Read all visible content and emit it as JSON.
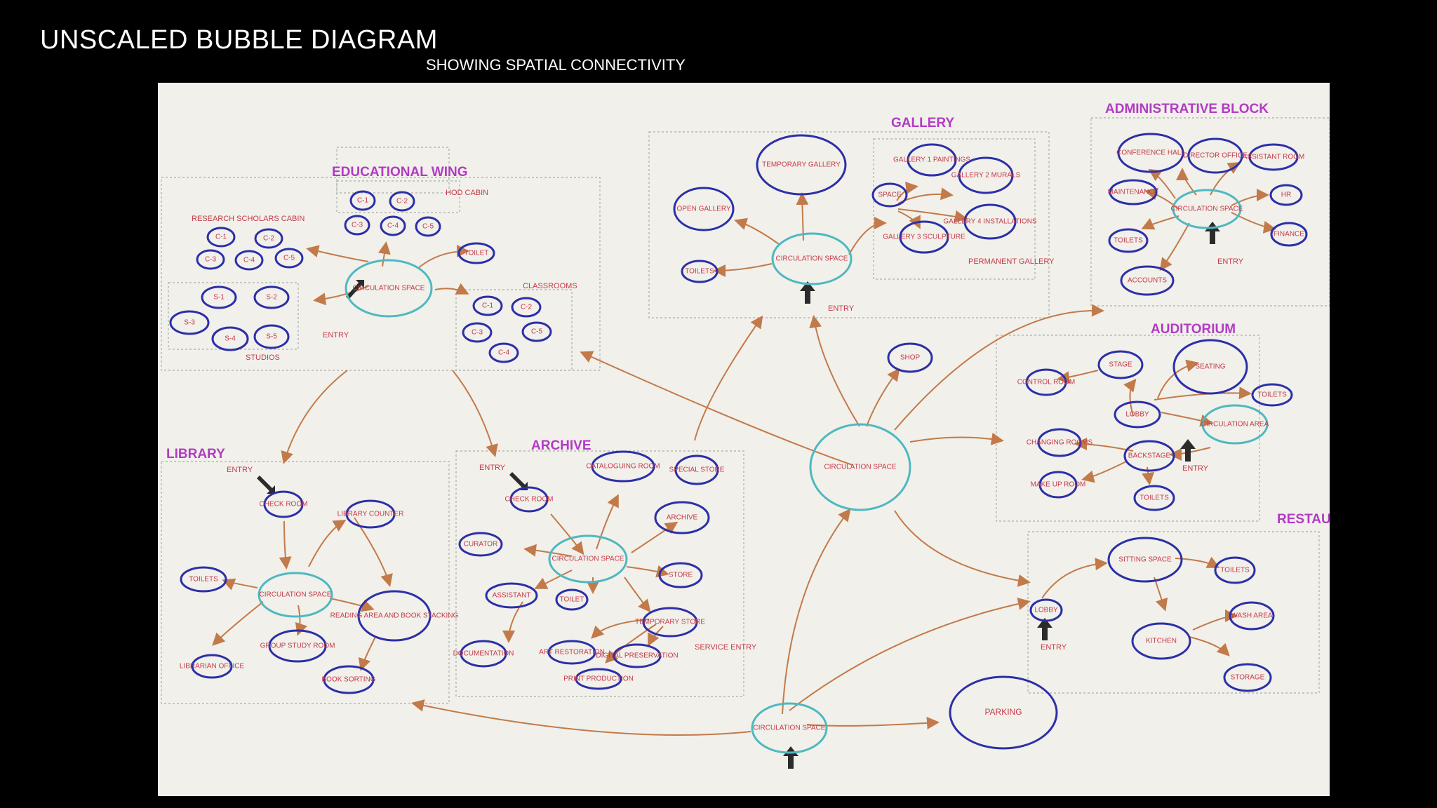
{
  "header": {
    "title": "UNSCALED BUBBLE DIAGRAM",
    "subtitle": "SHOWING  SPATIAL CONNECTIVITY"
  },
  "colors": {
    "background": "#000000",
    "paper": "#f1f0ea",
    "bubble_blue": "#2c2fa8",
    "circulation_teal": "#4fb8c0",
    "arrow_brown": "#c27a4a",
    "label_red": "#c63a4a",
    "zone_purple": "#b23bc4",
    "entry_arrow": "#2b2b2b"
  },
  "zones": {
    "educational_wing": "EDUCATIONAL WING",
    "gallery": "GALLERY",
    "admin": "ADMINISTRATIVE BLOCK",
    "auditorium": "AUDITORIUM",
    "library": "LIBRARY",
    "archive": "ARCHIVE",
    "restaurant": "RESTAURA"
  },
  "notes": {
    "hod_cabin": "HOD CABIN",
    "research_cabin": "RESEARCH SCHOLARS CABIN",
    "studios": "STUDIOS",
    "classrooms": "CLASSROOMS",
    "permanent_gallery": "PERMANENT GALLERY",
    "entry": "ENTRY",
    "service_entry": "SERVICE ENTRY"
  },
  "bubbles": {
    "c1": "C-1",
    "c2": "C-2",
    "c3": "C-3",
    "c4": "C-4",
    "c5": "C-5",
    "r1": "C-1",
    "r2": "C-2",
    "r3": "C-3",
    "r4": "C-4",
    "r5": "C-5",
    "s1": "S-1",
    "s2": "S-2",
    "s3": "S-3",
    "s4": "S-4",
    "s5": "S-5",
    "cl1": "C-1",
    "cl2": "C-2",
    "cl3": "C-3",
    "cl4": "C-4",
    "cl5": "C-5",
    "edu_circ": "CIRCULATION SPACE",
    "edu_toilet": "TOILET",
    "temp_gallery": "TEMPORARY GALLERY",
    "open_gallery": "OPEN GALLERY",
    "gal_circ": "CIRCULATION SPACE",
    "gal_toilets": "TOILETS",
    "gal_space": "SPACE",
    "gal_paintings": "GALLERY 1 PAINTINGS",
    "gal_murals": "GALLERY 2 MURALS",
    "gal_sculpture": "GALLERY 3 SCULPTURE",
    "gal_install": "GALLERY 4 INSTALLATIONS",
    "shop": "SHOP",
    "conf_hall": "CONFERENCE HALL",
    "director": "DIRECTOR OFFICE",
    "asst_room": "ASSISTANT ROOM",
    "maintenance": "MAINTENANCE",
    "admin_circ": "CIRCULATION SPACE",
    "hr": "HR",
    "finance": "FINANCE",
    "admin_toilets": "TOILETS",
    "accounts": "ACCOUNTS",
    "stage": "STAGE",
    "seating": "SEATING",
    "control_room": "CONTROL ROOM",
    "lobby": "LOBBY",
    "aud_toilets": "TOILETS",
    "aud_circ": "CIRCULATION AREA",
    "changing": "CHANGING ROOMS",
    "backstage": "BACKSTAGE",
    "make_up": "MAKE UP ROOM",
    "aud_toilets2": "TOILETS",
    "main_circ": "CIRCULATION SPACE",
    "check_room": "CHECK ROOM",
    "lib_counter": "LIBRARY COUNTER",
    "lib_toilets": "TOILETS",
    "lib_circ": "CIRCULATION SPACE",
    "reading": "READING AREA AND BOOK STACKING",
    "group_study": "GROUP STUDY ROOM",
    "librarian": "LIBRARIAN OFFICE",
    "book_sorting": "BOOK SORTING",
    "cataloguing": "CATALOGUING ROOM",
    "special": "SPECIAL STORE",
    "arch_check": "CHECK ROOM",
    "archive_rm": "ARCHIVE",
    "curator": "CURATOR",
    "arch_circ": "CIRCULATION SPACE",
    "store": "STORE",
    "assistant": "ASSISTANT",
    "arch_toilet": "TOILET",
    "temp_store": "TEMPORARY STORE",
    "documentation": "DOCUMENTATION",
    "art_restoration": "ART RESTORATION",
    "digital": "DIGITAL PRESERVATION",
    "print": "PRINT PRODUCTION",
    "sitting": "SITTING SPACE",
    "rest_toilets": "TOILETS",
    "rest_lobby": "LOBBY",
    "kitchen": "KITCHEN",
    "wash": "WASH AREA",
    "storage": "STORAGE",
    "parking": "PARKING",
    "bottom_circ": "CIRCULATION SPACE"
  }
}
